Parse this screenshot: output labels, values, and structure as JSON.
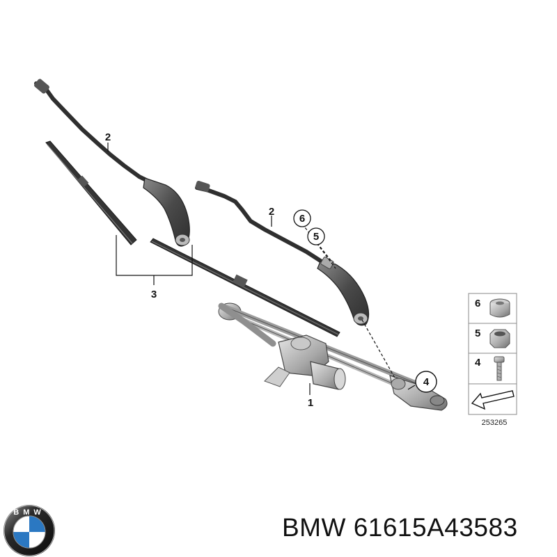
{
  "diagram": {
    "callouts": [
      "1",
      "2",
      "2",
      "3",
      "4",
      "5",
      "6"
    ],
    "legend": [
      "6",
      "5",
      "4"
    ],
    "reference_number": "253265"
  },
  "brand": {
    "logo_letters": "BMW",
    "part_number": "BMW 61615A43583"
  },
  "colors": {
    "part_dark": "#3f3f3f",
    "part_mid": "#8a8a8a",
    "part_light": "#cfcfcf",
    "line": "#111111",
    "legend_border": "#888888"
  }
}
